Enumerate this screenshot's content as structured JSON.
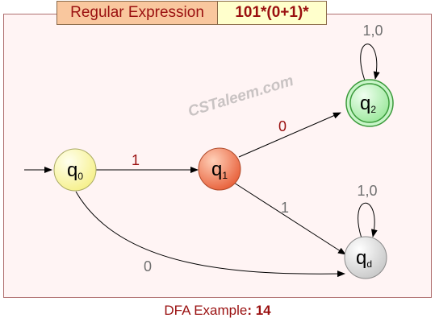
{
  "header": {
    "label": "Regular Expression",
    "expression": "101*(0+1)*"
  },
  "watermark": "CSTaleem.com",
  "states": [
    {
      "id": "q0",
      "name": "q",
      "sub": "0",
      "fill": "#ffffaa",
      "role": "start"
    },
    {
      "id": "q1",
      "name": "q",
      "sub": "1",
      "fill": "#f0805a",
      "role": "normal"
    },
    {
      "id": "q2",
      "name": "q",
      "sub": "2",
      "fill": "#a8f0a8",
      "role": "accept"
    },
    {
      "id": "qd",
      "name": "q",
      "sub": "d",
      "fill": "#d8d8d8",
      "role": "dead"
    }
  ],
  "transitions": [
    {
      "from": "q0",
      "to": "q1",
      "label": "1"
    },
    {
      "from": "q1",
      "to": "q2",
      "label": "0"
    },
    {
      "from": "q1",
      "to": "qd",
      "label": "1"
    },
    {
      "from": "q0",
      "to": "qd",
      "label": "0"
    },
    {
      "from": "q2",
      "to": "q2",
      "label": "1,0"
    },
    {
      "from": "qd",
      "to": "qd",
      "label": "1,0"
    }
  ],
  "colors": {
    "accent": "#9a1010",
    "grey_label": "#707070"
  },
  "caption": {
    "prefix": "DFA Example",
    "number": ": 14"
  }
}
